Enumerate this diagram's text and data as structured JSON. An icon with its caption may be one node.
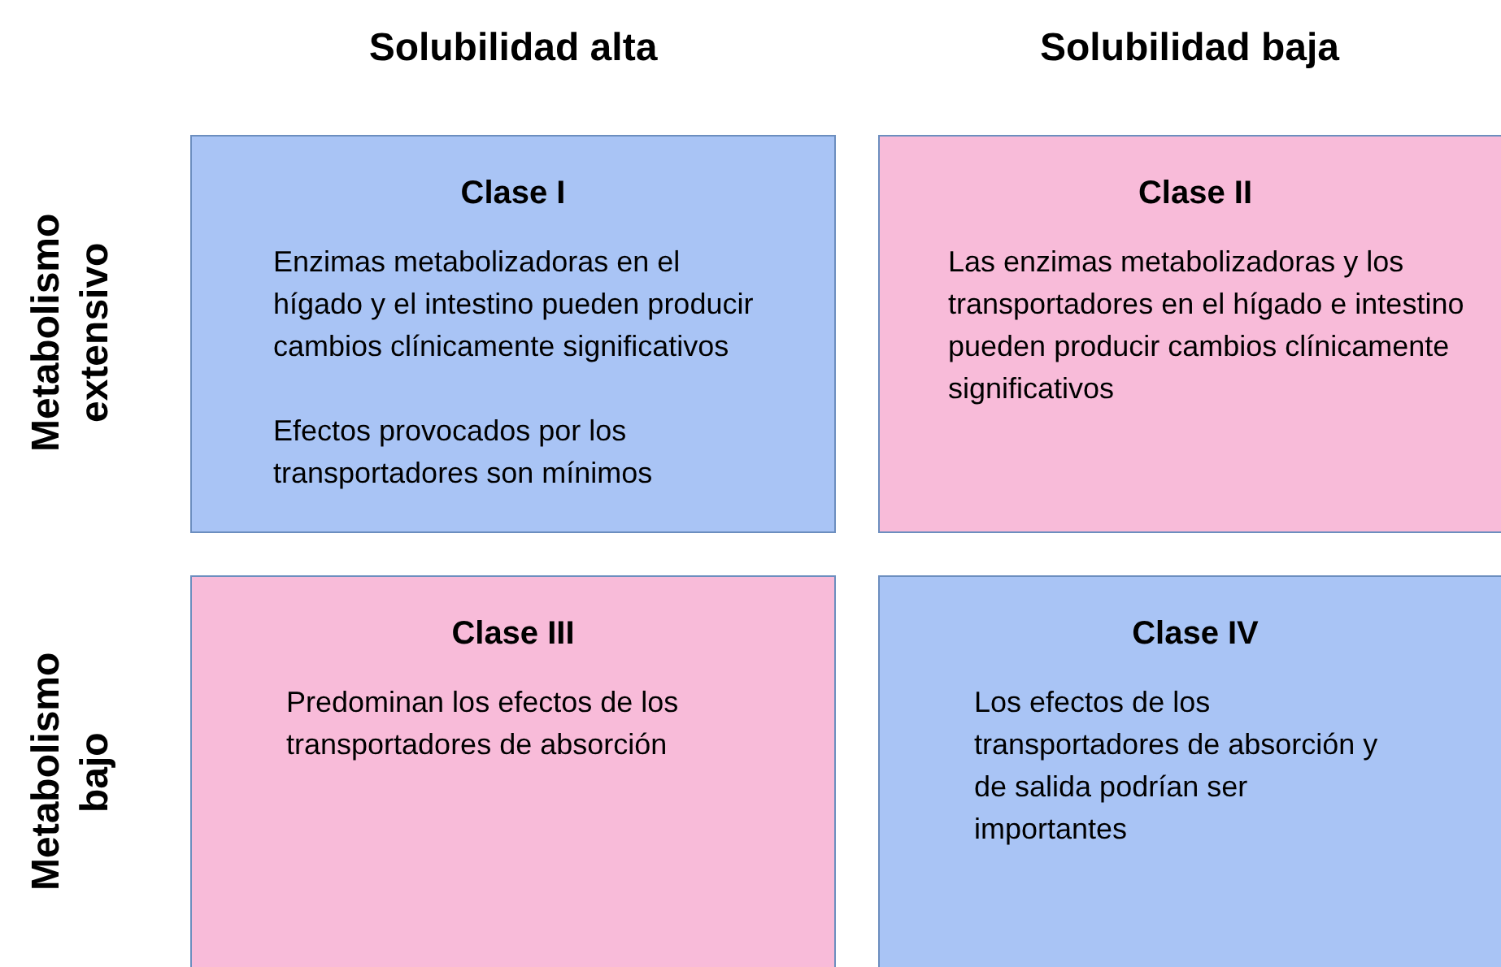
{
  "diagram": {
    "nodes": [
      {
        "text": [
          "Clase I",
          "Enzimas metabolizadoras en el hígado y el intestino pueden producir cambios clínicamente significativos",
          "Efectos provocados por los transportadores son mínimos"
        ]
      },
      {
        "text": [
          "Clase II",
          "Las enzimas metabolizadoras y los transportadores en el hígado e intestino pueden producir cambios clínicamente significativos"
        ]
      },
      {
        "text": [
          "Clase III",
          "Predominan los efectos de los transportadores de absorción"
        ]
      },
      {
        "text": [
          "Clase IV",
          "Los efectos de los transportadores de absorción y de salida podrían ser importantes"
        ]
      }
    ],
    "edges": [],
    "labels": [
      "Solubilidad alta",
      "Solubilidad baja",
      "Metabolismo extensivo",
      "Metabolismo bajo"
    ]
  }
}
